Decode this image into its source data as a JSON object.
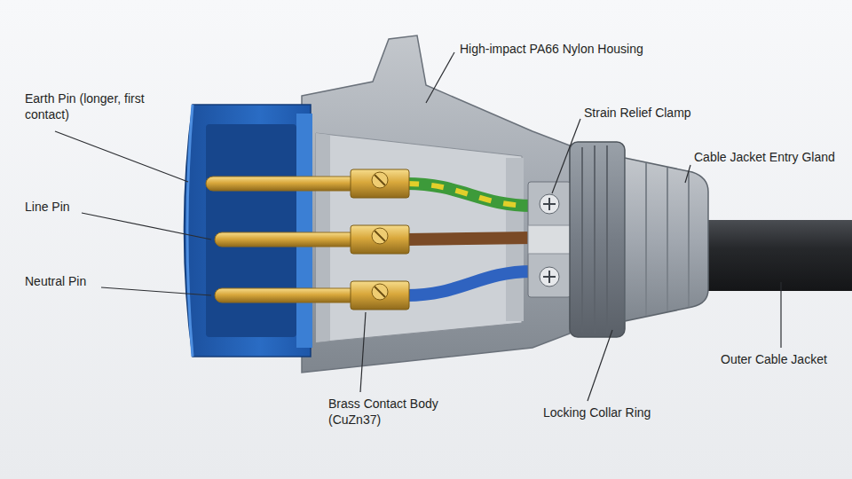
{
  "diagram": {
    "labels": [
      "High-impact PA66 Nylon Housing",
      "Earth Pin (longer, first contact)",
      "Strain Relief Clamp",
      "Cable Jacket Entry Gland",
      "Line Pin",
      "Neutral Pin",
      "Outer Cable Jacket",
      "Brass Contact Body (CuZn37)",
      "Locking Collar Ring"
    ]
  }
}
